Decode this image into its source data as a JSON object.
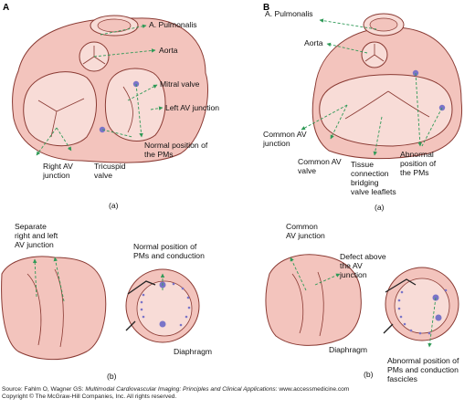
{
  "panels": {
    "A": "A",
    "B": "B"
  },
  "labels_A_top": {
    "pulmonalis": "A. Pulmonalis",
    "aorta": "Aorta",
    "mitral": "Mitral valve",
    "left_av": "Left AV junction",
    "normal_pms": [
      "Normal position of",
      "the PMs"
    ],
    "right_av": [
      "Right AV",
      "junction"
    ],
    "tricuspid": [
      "Tricuspid",
      "valve"
    ],
    "caption": "(a)"
  },
  "labels_B_top": {
    "pulmonalis": "A. Pulmonalis",
    "aorta": "Aorta",
    "common_av_junction": [
      "Common AV",
      "junction"
    ],
    "common_av_valve": [
      "Common AV",
      "valve"
    ],
    "tissue": [
      "Tissue",
      "connection",
      "bridging",
      "valve leaflets"
    ],
    "abnormal": [
      "Abnormal",
      "position of",
      "the PMs"
    ],
    "caption": "(a)"
  },
  "labels_A_bottom": {
    "separate": [
      "Separate",
      "right and left",
      "AV junction"
    ],
    "normal_pos": [
      "Normal position of",
      "PMs and conduction"
    ],
    "diaphragm": "Diaphragm",
    "caption": "(b)"
  },
  "labels_B_bottom": {
    "common": [
      "Common",
      "AV junction"
    ],
    "defect": [
      "Defect above",
      "the AV",
      "junction"
    ],
    "diaphragm": "Diaphragm",
    "abnormal": [
      "Abnormal position of",
      "PMs and conduction",
      "fascicles"
    ],
    "caption": "(b)"
  },
  "footer": {
    "source_prefix": "Source: Fahlm O, Wagner GS: ",
    "source_title": "Multimodal Cardiovascular Imaging: Principles and Clinical Applications",
    "source_suffix": ": www.accessmedicine.com",
    "copyright": "Copyright © The McGraw-Hill Companies, Inc. All rights reserved."
  },
  "colors": {
    "heart_fill": "#f3c4bd",
    "heart_inner": "#f8dcd7",
    "outline": "#8a3a33",
    "arrow": "#2f9a57",
    "dot": "#7a74c8"
  }
}
